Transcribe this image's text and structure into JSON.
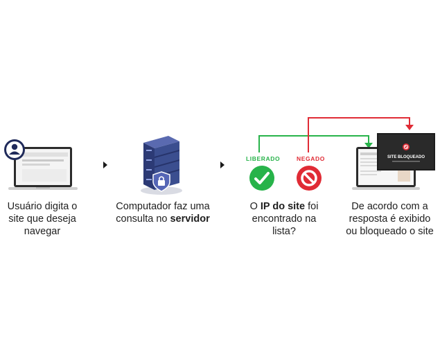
{
  "steps": [
    {
      "line1": "Usuário digita o",
      "line2": "site que deseja",
      "line3": "navegar"
    },
    {
      "line1": "Computador faz uma",
      "line2_pre": "consulta no ",
      "line2_bold": "servidor"
    },
    {
      "line1_pre": "O ",
      "line1_bold": "IP do site",
      "line1_post": " foi",
      "line2": "encontrado na",
      "line3": "lista?"
    },
    {
      "line1": "De acordo com a",
      "line2": "resposta é exibido",
      "line3": "ou bloqueado o site"
    }
  ],
  "labels": {
    "allowed": "LIBERADO",
    "denied": "NEGADO"
  },
  "blocked_screen": {
    "title": "SITE BLOQUEADO"
  },
  "colors": {
    "green": "#27b34a",
    "red": "#e02b35",
    "dark": "#1a1a1a",
    "server_blue": "#3b4e8f"
  },
  "icons": [
    "user-icon",
    "laptop-icon",
    "server-icon",
    "lock-icon",
    "check-icon",
    "blocked-icon",
    "arrow-right-icon"
  ]
}
